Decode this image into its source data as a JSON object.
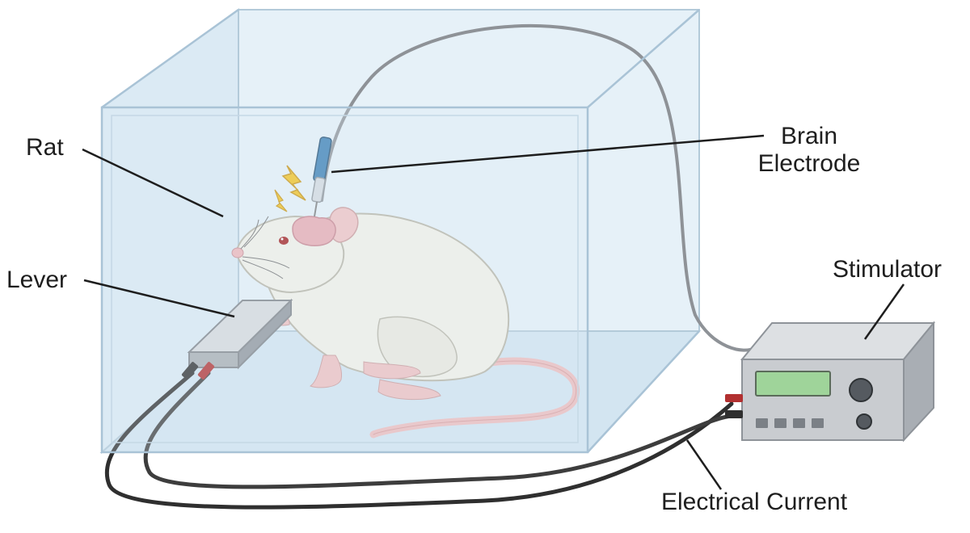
{
  "labels": {
    "rat": "Rat",
    "lever": "Lever",
    "brain_electrode_line1": "Brain",
    "brain_electrode_line2": "Electrode",
    "stimulator": "Stimulator",
    "electrical_current": "Electrical Current"
  },
  "colors": {
    "chamber_fill": "#dcebf5",
    "chamber_edge": "#a9c3d6",
    "rat_fur": "#f1efe6",
    "rat_skin": "#f0c0c0",
    "brain": "#e9a9b0",
    "electrode": "#3a7fb5",
    "spark": "#f4c21c",
    "wire_black": "#2f2f2f",
    "wire_red": "#b23030",
    "stimulator_body": "#c9ccd0",
    "display": "#9fd49a"
  },
  "icons": {
    "spark": "lightning-bolt-icon"
  }
}
